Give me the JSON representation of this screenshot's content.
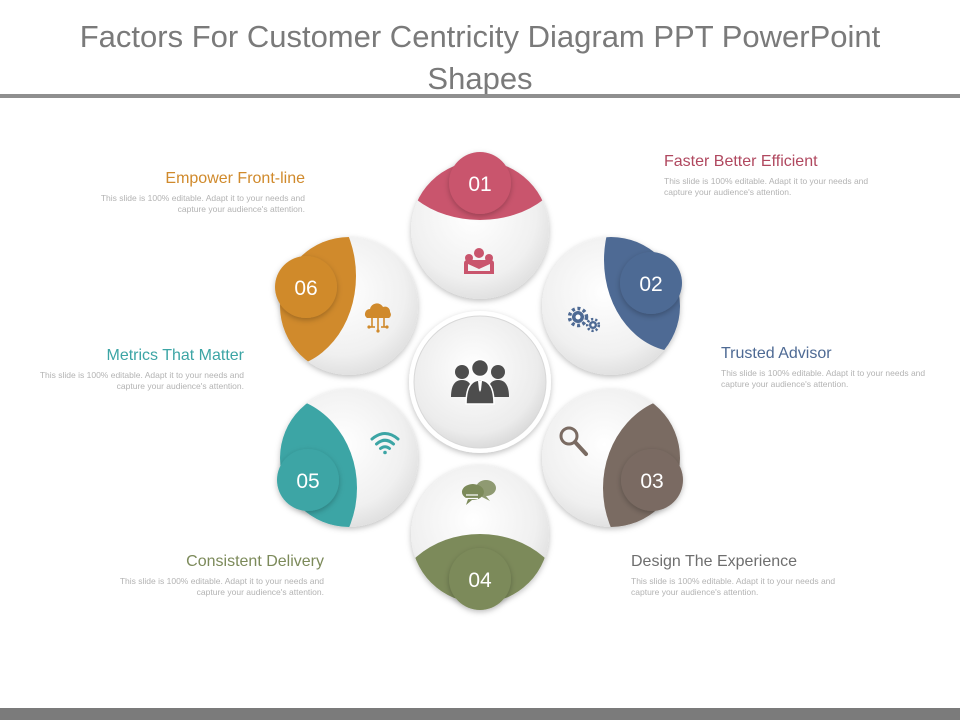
{
  "title": "Factors For Customer Centricity Diagram PPT PowerPoint Shapes",
  "center": {
    "icon": "team-icon"
  },
  "segments": [
    {
      "number": "01",
      "heading": "Faster Better Efficient",
      "body": "This slide is 100% editable. Adapt it to your needs and capture your audience's attention.",
      "color": "#c9556d",
      "icon": "people-group-icon"
    },
    {
      "number": "02",
      "heading": "Trusted Advisor",
      "body": "This slide is 100% editable. Adapt it to your needs and capture your audience's attention.",
      "color": "#4e6a94",
      "icon": "gears-icon"
    },
    {
      "number": "03",
      "heading": "Design The Experience",
      "body": "This slide is 100% editable. Adapt it to your needs and capture your audience's attention.",
      "color": "#7a6b62",
      "icon": "magnifier-icon"
    },
    {
      "number": "04",
      "heading": "Consistent Delivery",
      "body": "This slide is 100% editable. Adapt it to your needs and capture your audience's attention.",
      "color": "#7c8a5a",
      "icon": "chat-bubbles-icon"
    },
    {
      "number": "05",
      "heading": "Metrics That Matter",
      "body": "This slide is 100% editable. Adapt it to your needs and capture your audience's attention.",
      "color": "#3ca5a5",
      "icon": "wifi-icon"
    },
    {
      "number": "06",
      "heading": "Empower Front-line",
      "body": "This slide is 100% editable. Adapt it to your needs and capture your audience's attention.",
      "color": "#d08a2c",
      "icon": "cloud-network-icon"
    }
  ]
}
